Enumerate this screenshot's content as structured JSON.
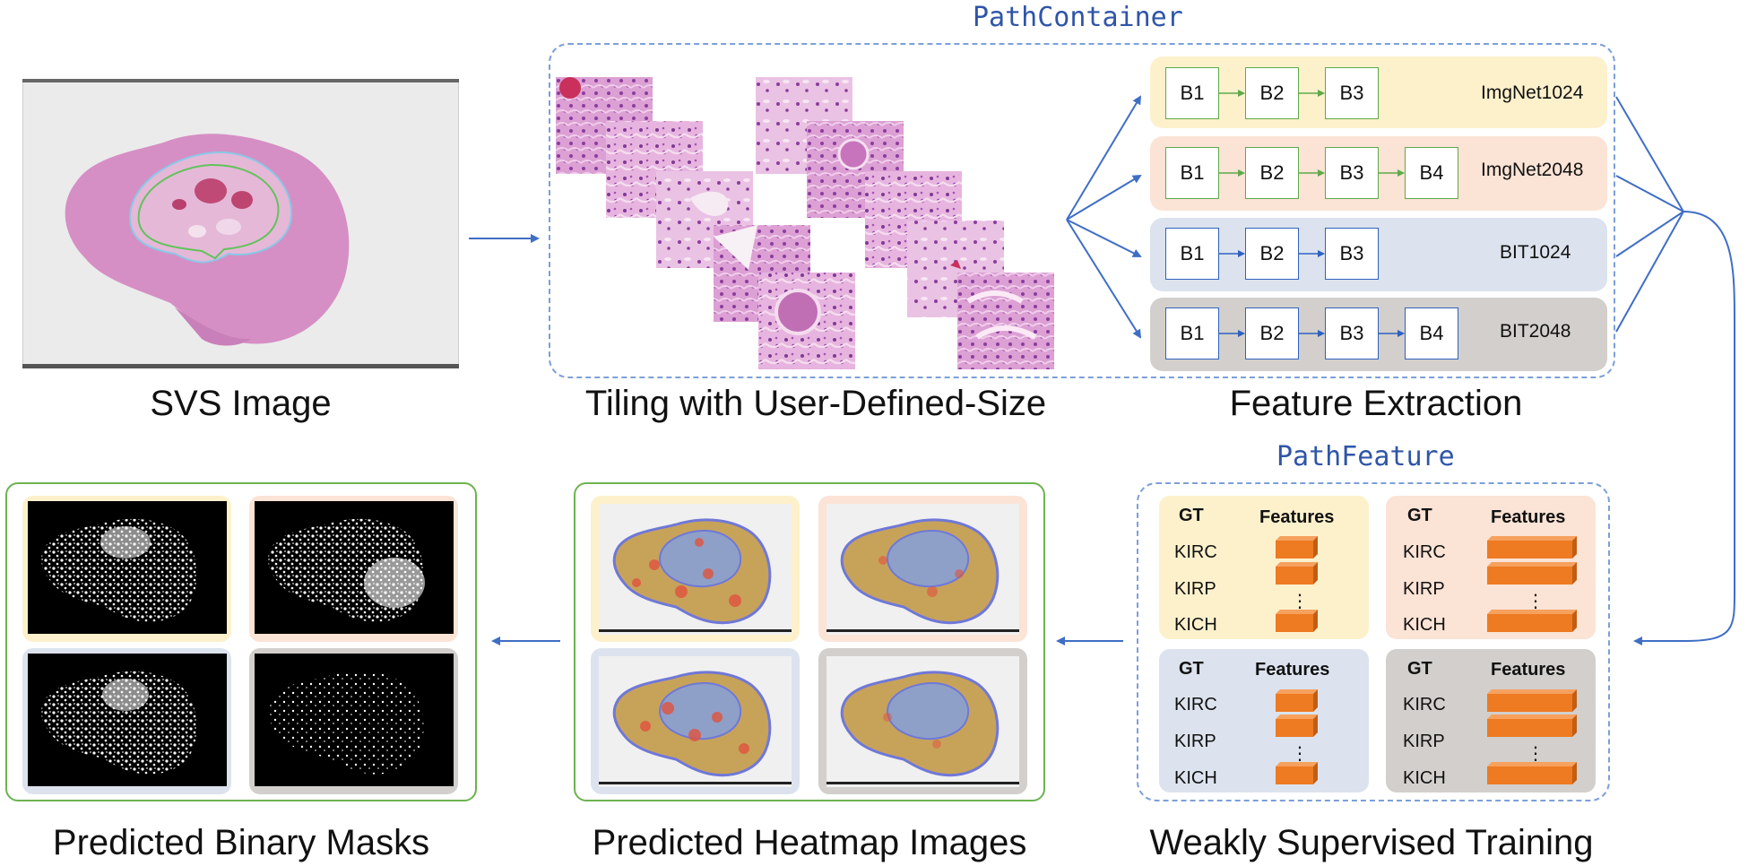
{
  "titles": {
    "path_container": "PathContainer",
    "path_feature": "PathFeature"
  },
  "captions": {
    "svs": "SVS Image",
    "tiling": "Tiling with User-Defined-Size",
    "feature_extraction": "Feature Extraction",
    "binary_masks": "Predicted Binary Masks",
    "heatmaps": "Predicted Heatmap Images",
    "training": "Weakly Supervised Training"
  },
  "models": [
    {
      "name": "ImgNet1024",
      "blocks": [
        "B1",
        "B2",
        "B3"
      ],
      "style": "green"
    },
    {
      "name": "ImgNet2048",
      "blocks": [
        "B1",
        "B2",
        "B3",
        "B4"
      ],
      "style": "green"
    },
    {
      "name": "BIT1024",
      "blocks": [
        "B1",
        "B2",
        "B3"
      ],
      "style": "blue"
    },
    {
      "name": "BIT2048",
      "blocks": [
        "B1",
        "B2",
        "B3",
        "B4"
      ],
      "style": "blue"
    }
  ],
  "feature_panels": [
    {
      "gt_header": "GT",
      "features_header": "Features",
      "rows": [
        "KIRC",
        "KIRP",
        "KICH"
      ],
      "ellipsis": "⋮"
    },
    {
      "gt_header": "GT",
      "features_header": "Features",
      "rows": [
        "KIRC",
        "KIRP",
        "KICH"
      ],
      "ellipsis": "⋮"
    },
    {
      "gt_header": "GT",
      "features_header": "Features",
      "rows": [
        "KIRC",
        "KIRP",
        "KICH"
      ],
      "ellipsis": "⋮"
    },
    {
      "gt_header": "GT",
      "features_header": "Features",
      "rows": [
        "KIRC",
        "KIRP",
        "KICH"
      ],
      "ellipsis": "⋮"
    }
  ],
  "colors": {
    "yellow": "#fdf1cc",
    "peach": "#fbe3d5",
    "blue_grey": "#dce3ee",
    "grey": "#d2cfcc",
    "arrow": "#3f6ec5",
    "dash": "#7d9fd8",
    "green": "#6db34f",
    "orange": "#ee7a22"
  }
}
